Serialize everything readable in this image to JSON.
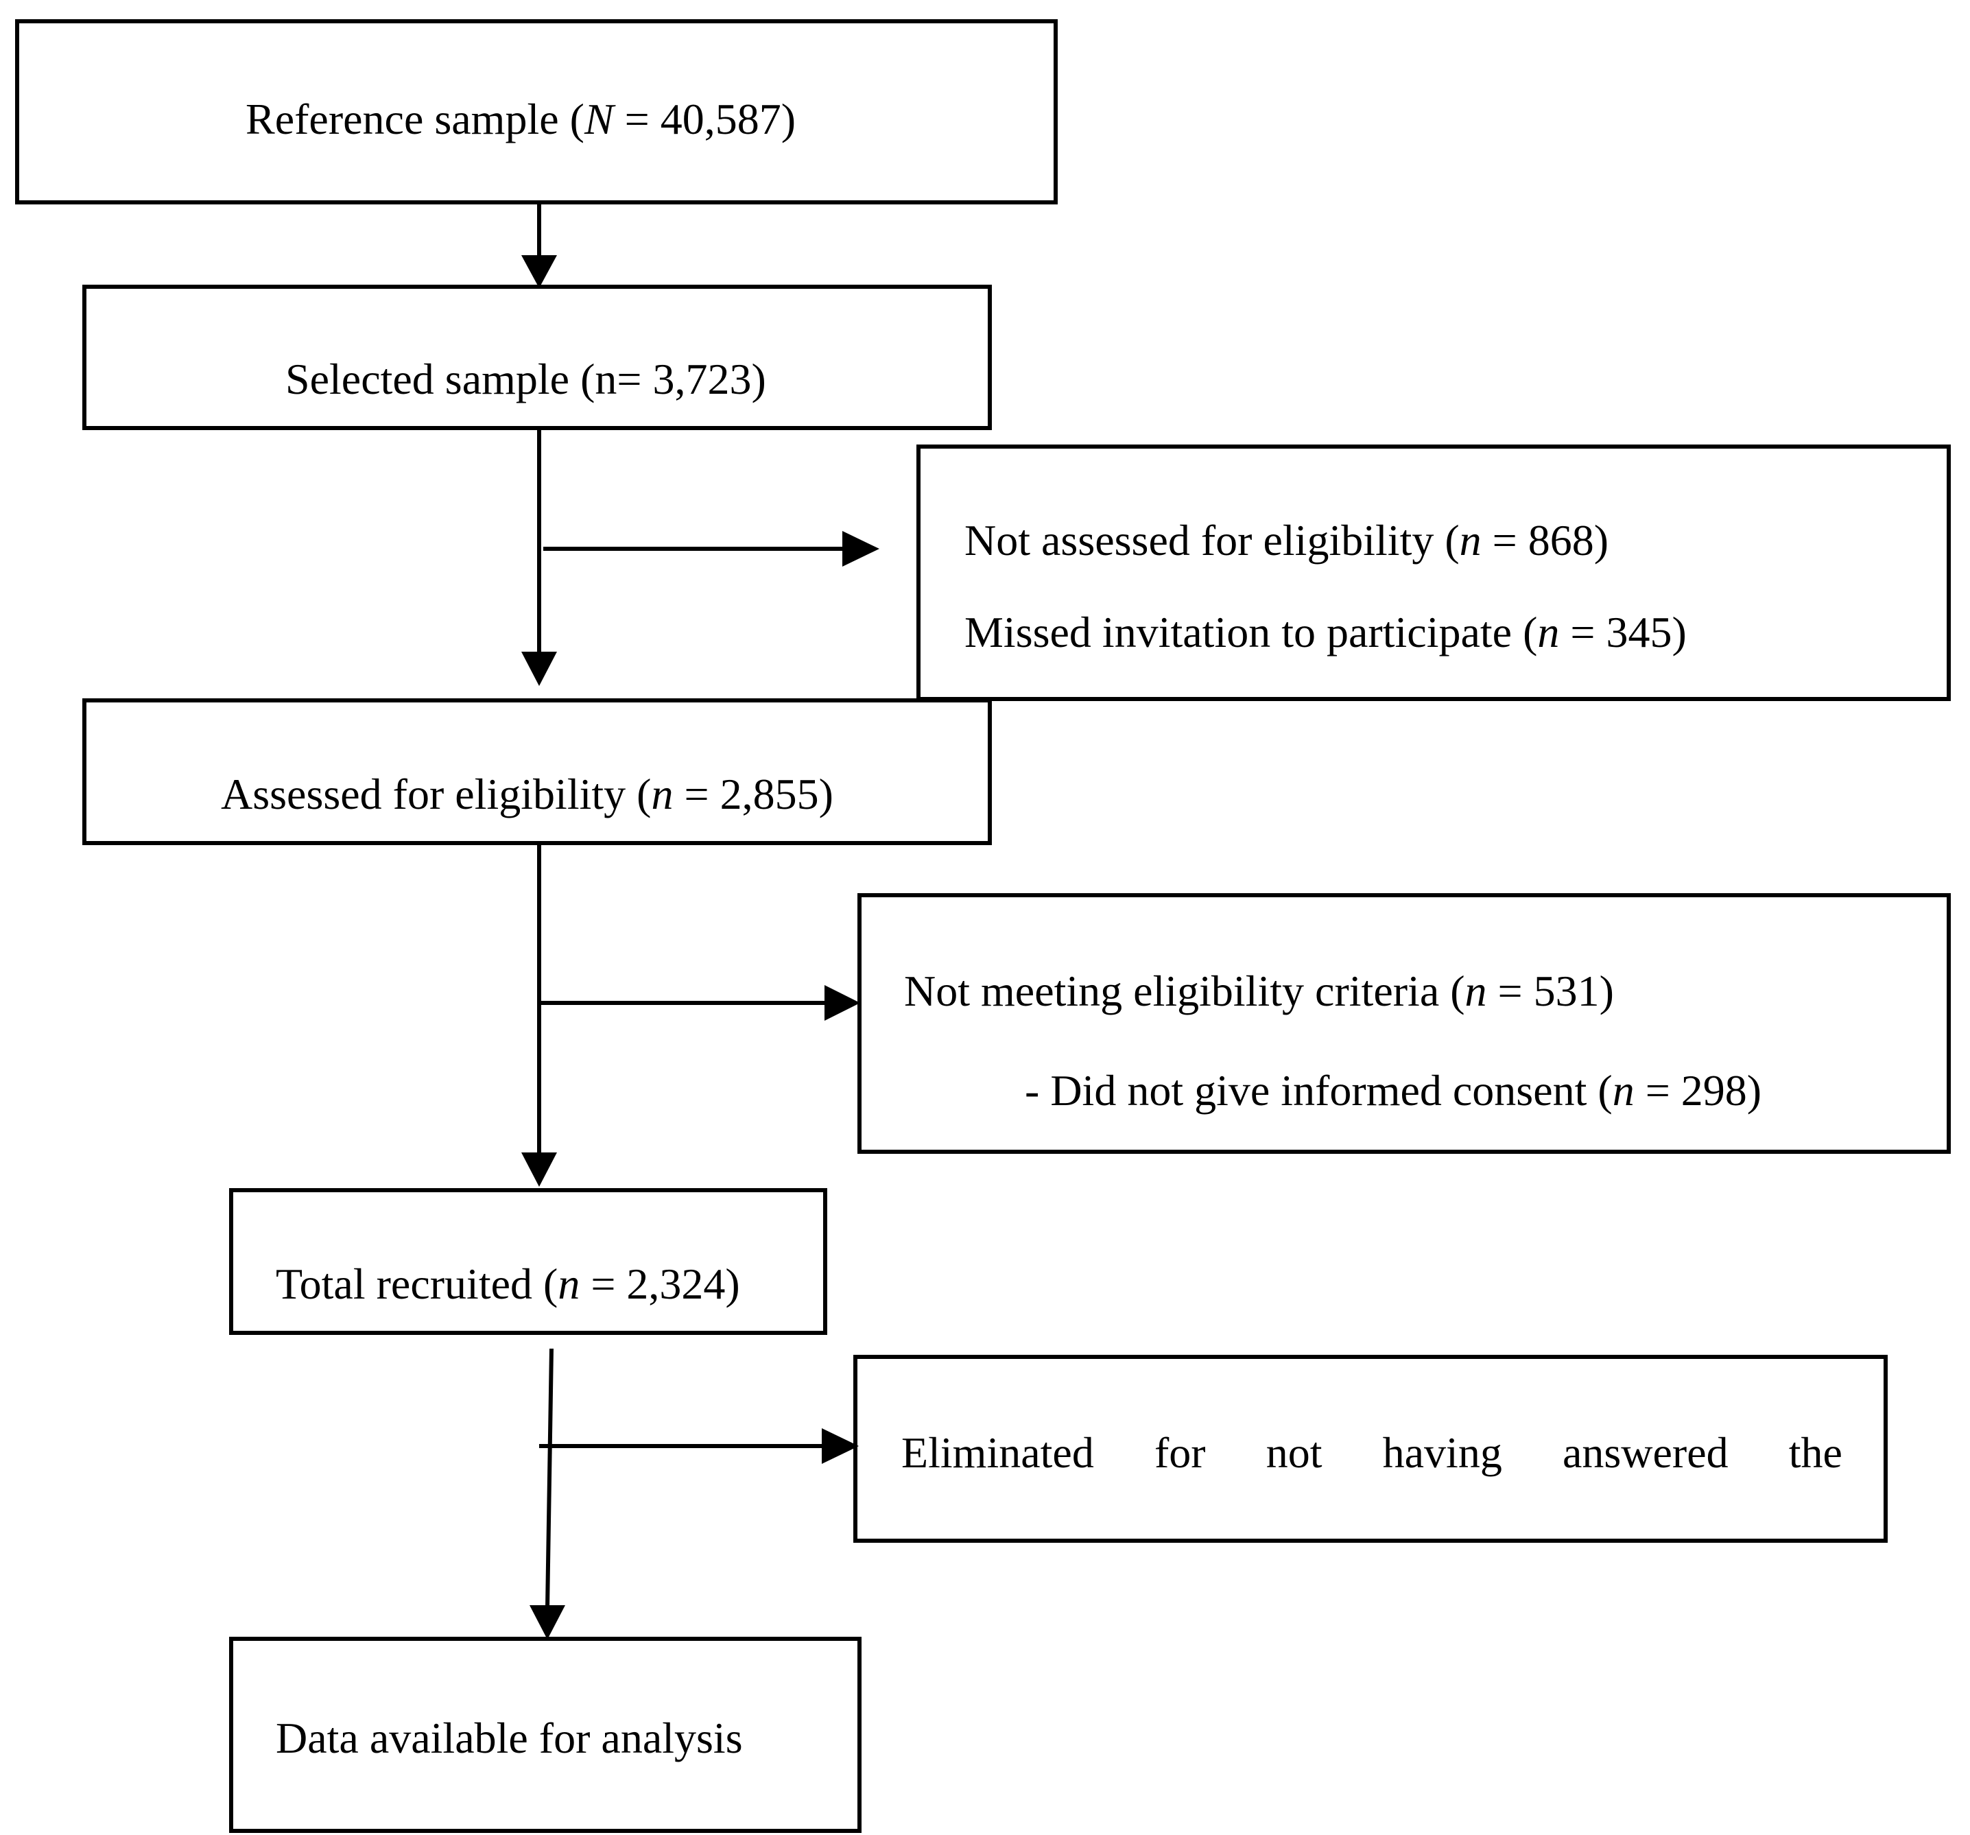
{
  "boxes": {
    "reference": {
      "label": "Reference sample (",
      "var": "N",
      "value": " = 40,587)"
    },
    "selected": {
      "label": "Selected sample (n= 3,723)"
    },
    "not_assessed": {
      "line1_label": "Not assessed for eligibility (",
      "line1_var": "n",
      "line1_value": " = 868)",
      "line2_label": "Missed invitation to participate (",
      "line2_var": "n",
      "line2_value": " = 345)"
    },
    "assessed": {
      "label": "Assessed for eligibility (",
      "var": "n",
      "value": " = 2,855)"
    },
    "not_meeting": {
      "line1_label": "Not meeting eligibility criteria (",
      "line1_var": "n",
      "line1_value": " = 531)",
      "line2_label": "- Did not give informed consent (",
      "line2_var": "n",
      "line2_value": " = 298)"
    },
    "recruited": {
      "label": "Total recruited (",
      "var": "n",
      "value": " = 2,324)"
    },
    "eliminated": {
      "words": [
        "Eliminated",
        "for",
        "not",
        "having",
        "answered",
        "the"
      ]
    },
    "available": {
      "label": "Data available for analysis"
    }
  }
}
